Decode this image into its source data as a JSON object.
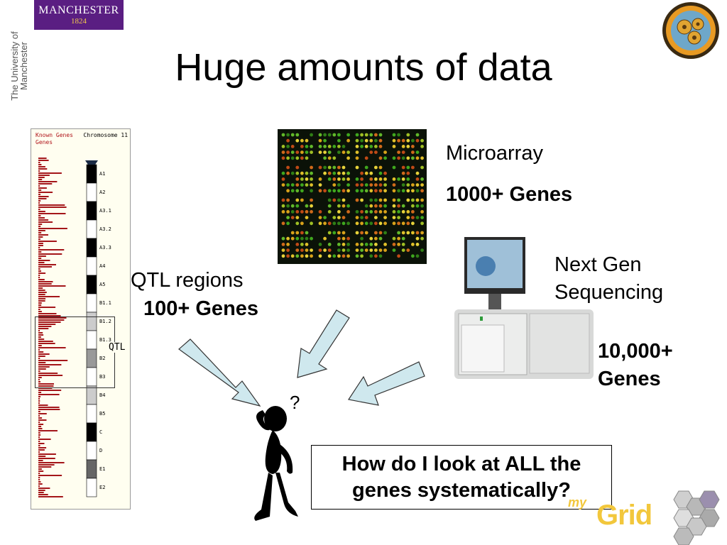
{
  "branding": {
    "university_name": "MANCHESTER",
    "university_year": "1824",
    "university_vertical": "The University of Manchester",
    "mygrid_my": "my",
    "mygrid_grid": "Grid"
  },
  "slide": {
    "title": "Huge amounts of data"
  },
  "chromosome_panel": {
    "header_track": "Known Genes",
    "header_chrom": "Chromosome 11",
    "header_genes": "Genes",
    "qtl_label": "QTL",
    "bands": [
      "A1",
      "A2",
      "A3.1",
      "A3.2",
      "A3.3",
      "A4",
      "A5",
      "B1.1",
      "B1.2",
      "B1.3",
      "B2",
      "B3",
      "B4",
      "B5",
      "C",
      "D",
      "E1",
      "E2"
    ]
  },
  "microarray": {
    "label": "Microarray",
    "count": "1000+ Genes"
  },
  "sequencing": {
    "label_line1": "Next Gen",
    "label_line2": "Sequencing",
    "count_line1": "10,000+",
    "count_line2": "Genes"
  },
  "qtl": {
    "label": "QTL regions",
    "count": "100+ Genes"
  },
  "question": {
    "line1": "How do I look at ALL the",
    "line2": "genes systematically?"
  },
  "colors": {
    "university_purple": "#5a1e82",
    "gene_bar_red": "#a4161a",
    "arrow_fill": "#cfe8ee",
    "mygrid_yellow": "#f2c73c"
  }
}
